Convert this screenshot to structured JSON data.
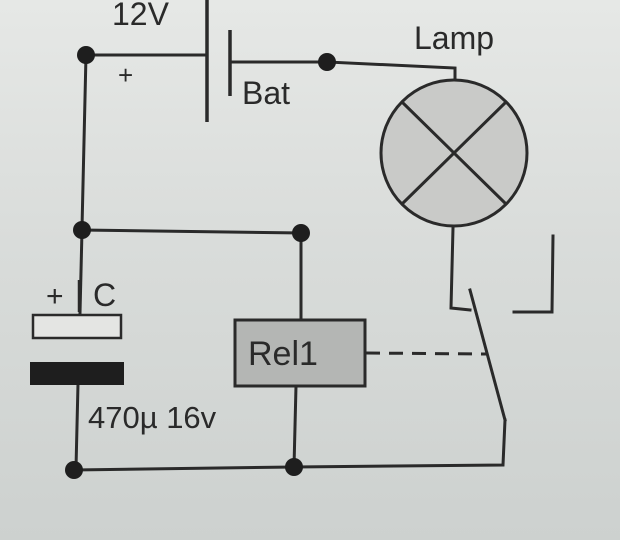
{
  "labels": {
    "battery_voltage": "12V",
    "battery_plus": "+",
    "battery_name": "Bat",
    "lamp": "Lamp",
    "capacitor_plus": "+",
    "capacitor_name": "C",
    "capacitor_rating": "470µ 16v",
    "relay": "Rel1"
  },
  "colors": {
    "ink": "#2a2a2a",
    "capacitor_negative_plate": "#1e1e1e",
    "relay_fill": "#b4b6b4",
    "lamp_fill": "#c9cac8"
  }
}
